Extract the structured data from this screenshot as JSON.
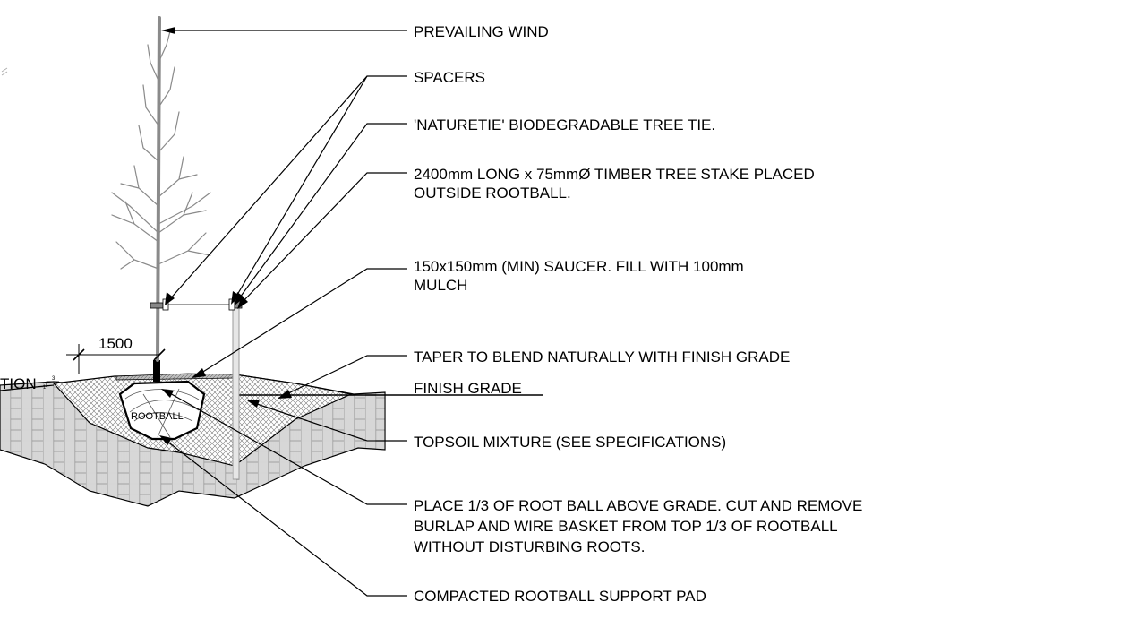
{
  "labels": {
    "prevailing_wind": "PREVAILING WIND",
    "spacers": "SPACERS",
    "tree_tie": "'NATURETIE' BIODEGRADABLE TREE TIE.",
    "stake_line1": "2400mm LONG x 75mmØ TIMBER TREE STAKE PLACED",
    "stake_line2": "OUTSIDE ROOTBALL.",
    "saucer_line1": "150x150mm (MIN) SAUCER. FILL WITH 100mm",
    "saucer_line2": "MULCH",
    "taper": "TAPER TO BLEND NATURALLY WITH FINISH GRADE",
    "finish_grade": "FINISH GRADE",
    "topsoil": "TOPSOIL MIXTURE (SEE SPECIFICATIONS)",
    "place_line1": "PLACE 1/3 OF ROOT BALL ABOVE GRADE. CUT AND REMOVE",
    "place_line2": "BURLAP AND WIRE BASKET FROM TOP 1/3 OF ROOTBALL",
    "place_line3": "WITHOUT DISTURBING ROOTS.",
    "support_pad": "COMPACTED ROOTBALL SUPPORT PAD"
  },
  "dimension": "1500",
  "slope_label": {
    "rise": "3",
    "run": "1"
  },
  "left_cut_text": "TION",
  "rootball_text": "ROOTBALL",
  "colors": {
    "line": "#000000",
    "tree": "#8a8a8a",
    "soil_hatch": "#9a9a9a"
  }
}
